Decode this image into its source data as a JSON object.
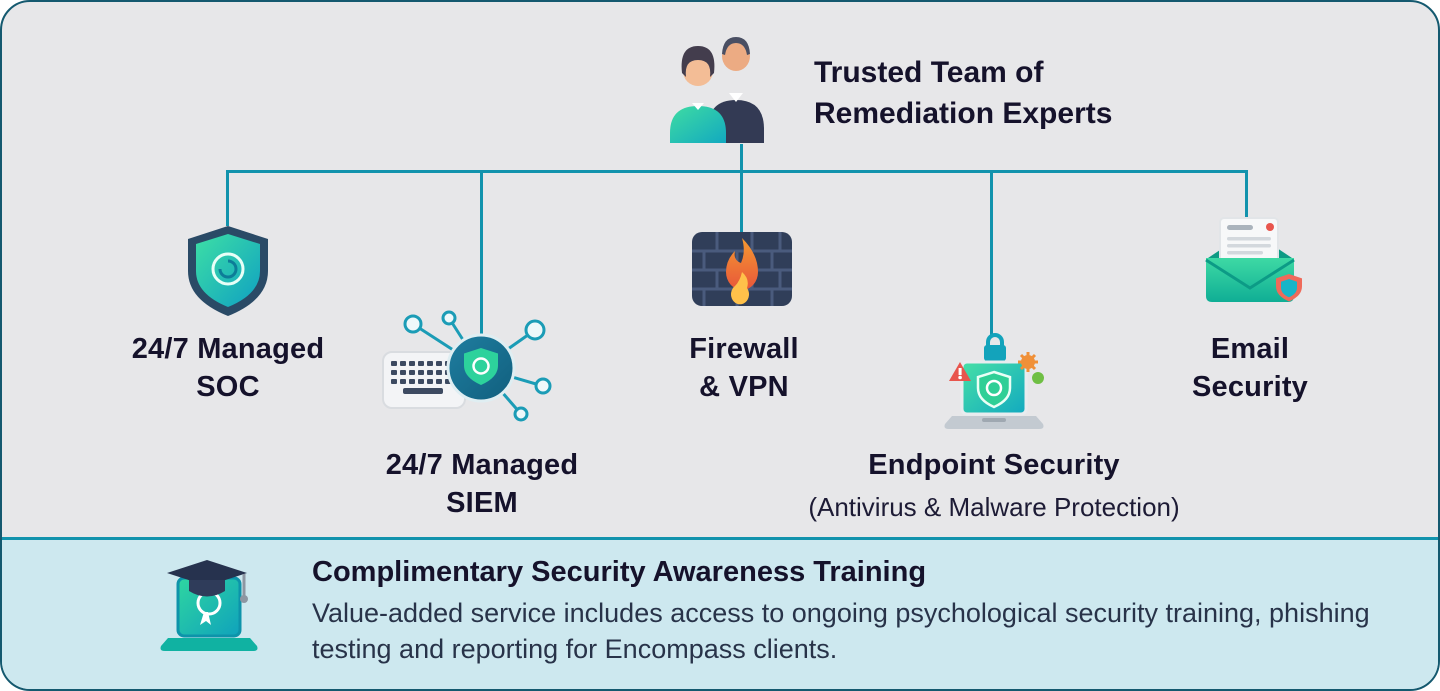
{
  "colors": {
    "background": "#e7e7e9",
    "banner_background": "#cde8ef",
    "connector": "#1293ad",
    "text": "#15122b",
    "accent_teal": "#2dd29c",
    "accent_navy": "#2a4a66",
    "flame_orange": "#ee6a36",
    "alert_red": "#e8554d"
  },
  "root": {
    "title": "Trusted Team of Remediation Experts"
  },
  "nodes": [
    {
      "name": "managed-soc",
      "line1": "24/7 Managed",
      "line2": "SOC"
    },
    {
      "name": "managed-siem",
      "line1": "24/7 Managed",
      "line2": "SIEM"
    },
    {
      "name": "firewall-vpn",
      "line1": "Firewall",
      "line2": "& VPN"
    },
    {
      "name": "endpoint-security",
      "line1": "Endpoint Security",
      "line2": "(Antivirus & Malware Protection)"
    },
    {
      "name": "email-security",
      "line1": "Email",
      "line2": "Security"
    }
  ],
  "banner": {
    "title": "Complimentary Security Awareness Training",
    "body": "Value-added service includes access to ongoing psychological security training, phishing testing and reporting for Encompass clients."
  }
}
